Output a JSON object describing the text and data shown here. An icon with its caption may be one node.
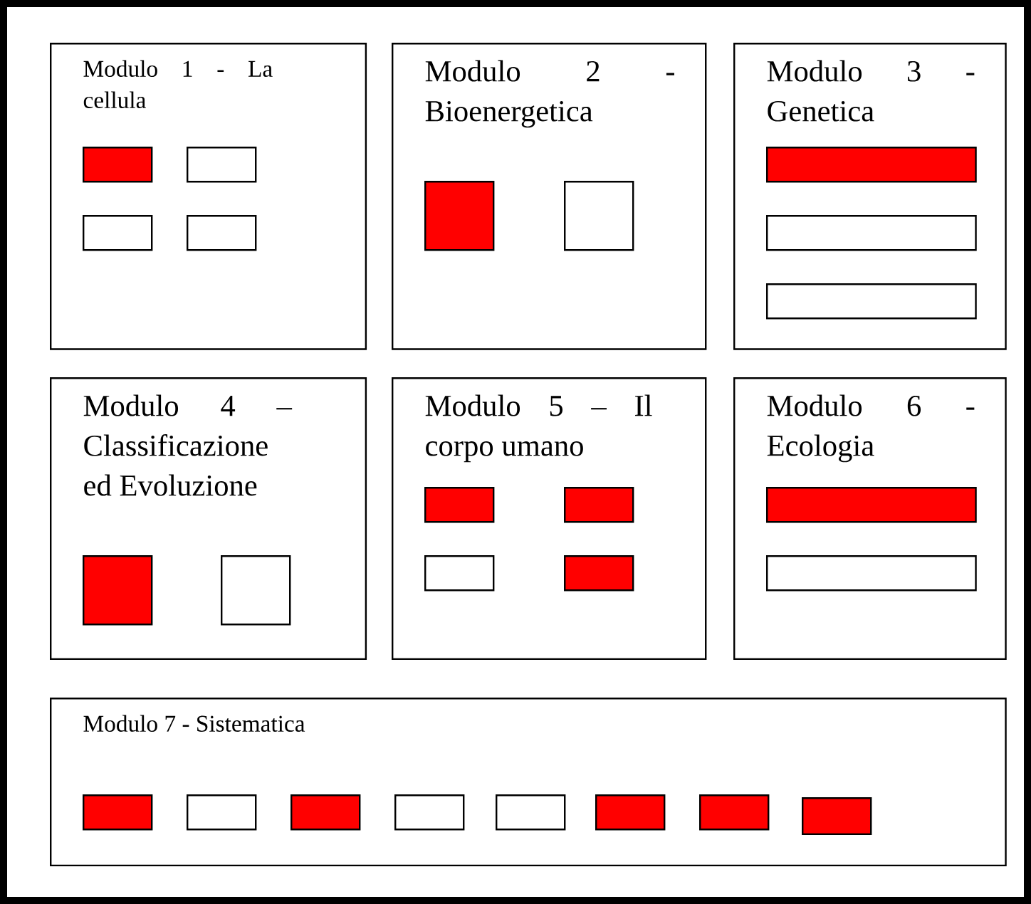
{
  "diagram": {
    "nodes": [
      {
        "text": [
          "Modulo 1 - La cellula"
        ]
      },
      {
        "text": [],
        "shape": "box",
        "in": 0
      },
      {
        "text": [],
        "shape": "box",
        "in": 0
      },
      {
        "text": [],
        "shape": "box",
        "in": 0
      },
      {
        "text": [],
        "shape": "box",
        "in": 0
      },
      {
        "text": [
          "Modulo 2 - Bioenergetica"
        ]
      },
      {
        "text": [],
        "shape": "box",
        "in": 5
      },
      {
        "text": [],
        "shape": "box",
        "in": 5
      },
      {
        "text": [
          "Modulo 3 - Genetica"
        ]
      },
      {
        "text": [],
        "shape": "box",
        "in": 8
      },
      {
        "text": [],
        "shape": "box",
        "in": 8
      },
      {
        "text": [],
        "shape": "box",
        "in": 8
      },
      {
        "text": [
          "Modulo 4 – Classificazione ed Evoluzione"
        ]
      },
      {
        "text": [],
        "shape": "box",
        "in": 12
      },
      {
        "text": [],
        "shape": "box",
        "in": 12
      },
      {
        "text": [
          "Modulo 5 – Il corpo umano"
        ]
      },
      {
        "text": [],
        "shape": "box",
        "in": 15
      },
      {
        "text": [],
        "shape": "box",
        "in": 15
      },
      {
        "text": [],
        "shape": "box",
        "in": 15
      },
      {
        "text": [],
        "shape": "box",
        "in": 15
      },
      {
        "text": [
          "Modulo 6 - Ecologia"
        ]
      },
      {
        "text": [],
        "shape": "box",
        "in": 20
      },
      {
        "text": [],
        "shape": "box",
        "in": 20
      },
      {
        "text": [
          "Modulo 7 - Sistematica"
        ]
      },
      {
        "text": [],
        "shape": "box",
        "in": 23
      },
      {
        "text": [],
        "shape": "box",
        "in": 23
      },
      {
        "text": [],
        "shape": "box",
        "in": 23
      },
      {
        "text": [],
        "shape": "box",
        "in": 23
      },
      {
        "text": [],
        "shape": "box",
        "in": 23
      },
      {
        "text": [],
        "shape": "box",
        "in": 23
      },
      {
        "text": [],
        "shape": "box",
        "in": 23
      },
      {
        "text": [],
        "shape": "box",
        "in": 23
      }
    ]
  }
}
